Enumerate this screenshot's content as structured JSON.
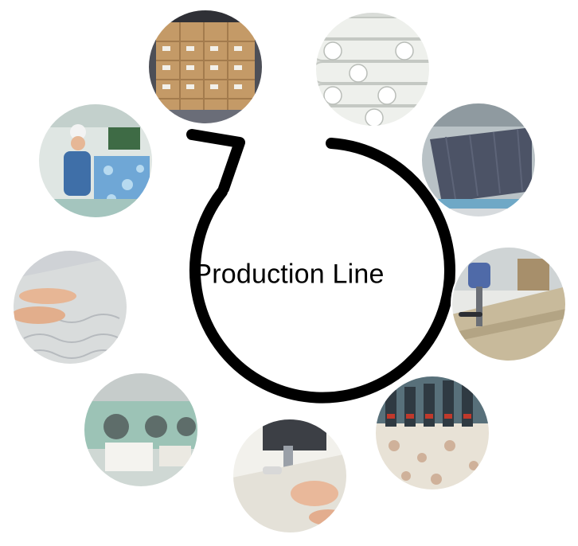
{
  "diagram": {
    "title": "Production Line"
  },
  "stations": [
    {
      "name": "station-packing",
      "scene": "packing"
    },
    {
      "name": "station-fabric-rolls",
      "scene": "fabric-rolls"
    },
    {
      "name": "station-fabric-inspection",
      "scene": "inspection"
    },
    {
      "name": "station-fabric-cutting",
      "scene": "cutting"
    },
    {
      "name": "station-embroidery",
      "scene": "embroidery"
    },
    {
      "name": "station-sewing",
      "scene": "sewing"
    },
    {
      "name": "station-washing",
      "scene": "washing"
    },
    {
      "name": "station-hand-finishing",
      "scene": "finishing"
    },
    {
      "name": "station-folding",
      "scene": "folding"
    }
  ],
  "colors": {
    "arrow": "#000000",
    "background": "#ffffff",
    "cardboard": "#c49a67",
    "fabric": "#e9ebe8",
    "machine_green": "#9cc3b6",
    "floor": "#cfd8d4"
  }
}
